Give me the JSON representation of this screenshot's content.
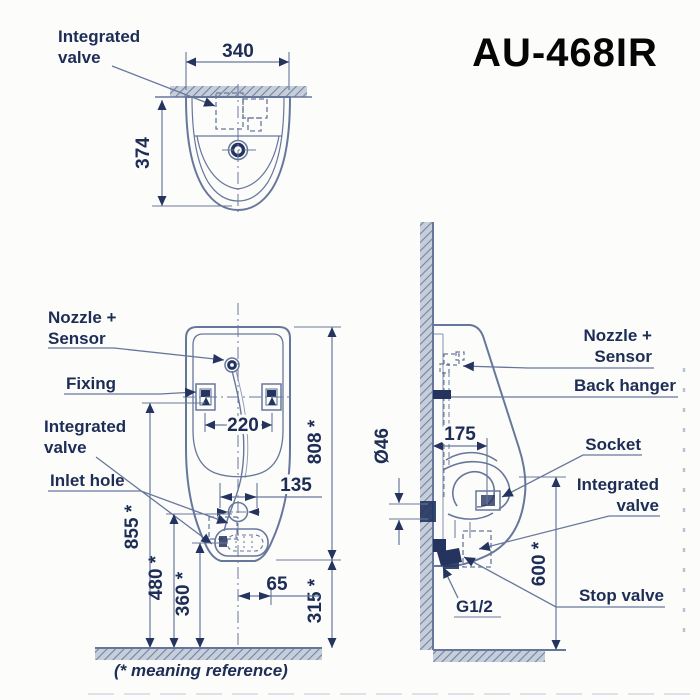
{
  "title": "AU-468IR",
  "footnote": "(* meaning reference)",
  "colors": {
    "line": "#67779c",
    "dark": "#24345f",
    "text": "#1d2d56",
    "title": "#060606",
    "hatch": "#73839f"
  },
  "top_view": {
    "label_valve_line1": "Integrated",
    "label_valve_line2": "valve",
    "dim_width": "340",
    "dim_depth": "374"
  },
  "front_view": {
    "label_nozzle_line1": "Nozzle +",
    "label_nozzle_line2": "Sensor",
    "label_fixing": "Fixing",
    "label_valve_line1": "Integrated",
    "label_valve_line2": "valve",
    "label_inlet": "Inlet hole",
    "dim_fixing_span": "220",
    "dim_total_height": "808 *",
    "dim_inlet_offset": "135",
    "dim_fixing_height": "855 *",
    "dim_inlet_height": "480 *",
    "dim_trap_height": "360 *",
    "dim_spreader_offset": "65",
    "dim_shroud_height": "315 *"
  },
  "side_view": {
    "label_nozzle_line1": "Nozzle +",
    "label_nozzle_line2": "Sensor",
    "label_back_hanger": "Back hanger",
    "label_socket": "Socket",
    "label_valve_line1": "Integrated",
    "label_valve_line2": "valve",
    "label_stop_valve": "Stop valve",
    "dim_depth": "175",
    "dim_outlet_dia": "Ø46",
    "dim_outlet_height": "600 *",
    "dim_thread": "G1/2"
  }
}
